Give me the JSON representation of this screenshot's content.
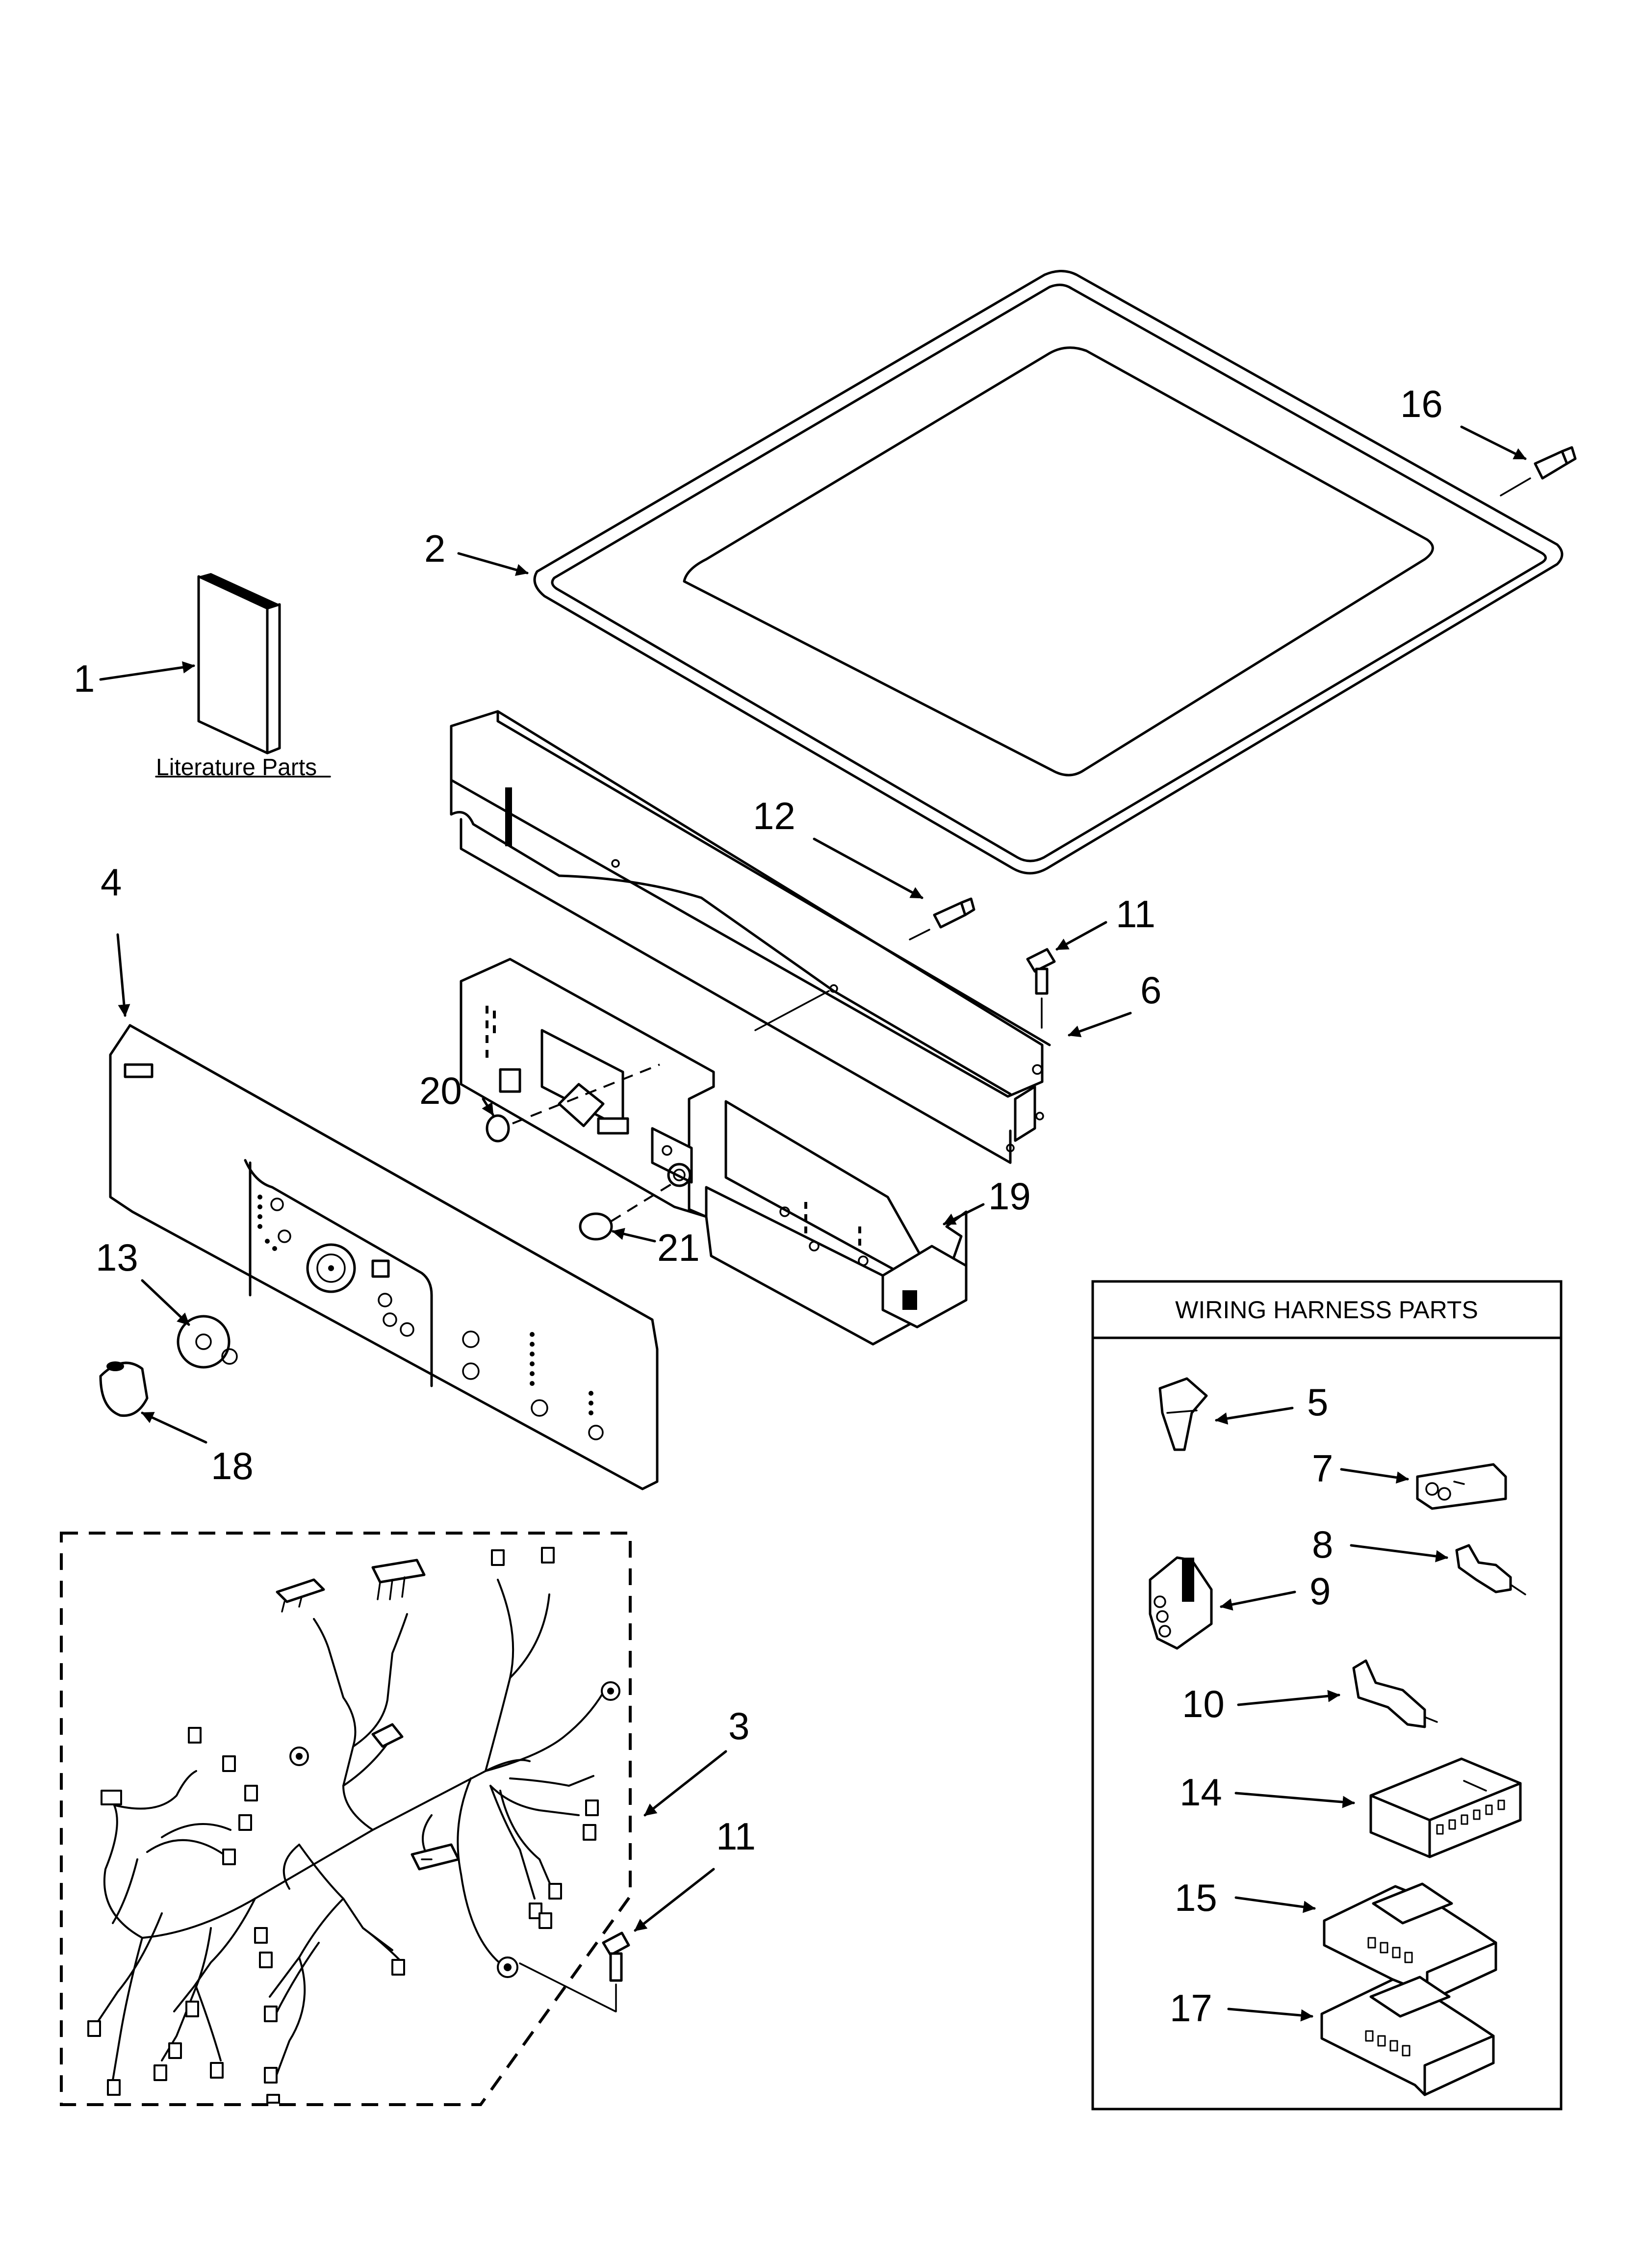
{
  "caption_literature": "Literature Parts",
  "wiring_box_title": "WIRING HARNESS PARTS",
  "callouts": {
    "n1": "1",
    "n2": "2",
    "n3": "3",
    "n4": "4",
    "n5": "5",
    "n6": "6",
    "n7": "7",
    "n8": "8",
    "n9": "9",
    "n10": "10",
    "n11a": "11",
    "n11b": "11",
    "n12": "12",
    "n13": "13",
    "n14": "14",
    "n15": "15",
    "n16": "16",
    "n17": "17",
    "n18": "18",
    "n19": "19",
    "n20": "20",
    "n21": "21"
  }
}
